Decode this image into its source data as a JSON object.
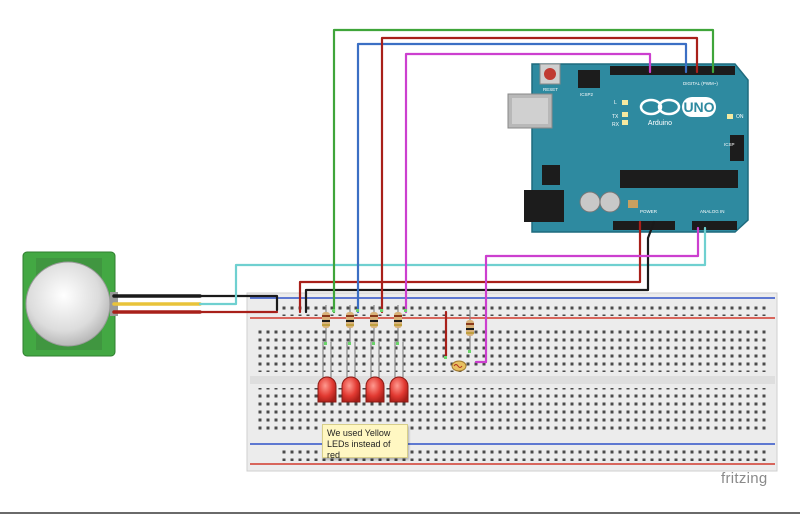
{
  "note": {
    "line1": "We used Yellow",
    "line2": "LEDs instead of red"
  },
  "brand": {
    "watermark": "fritzing"
  },
  "arduino": {
    "logo": "UNO",
    "brand": "Arduino",
    "reset_label": "RESET",
    "digital_label": "DIGITAL (PWM~)",
    "power_label": "POWER",
    "analog_label": "ANALOG IN",
    "icsp_label": "ICSP",
    "icsp2_label": "ICSP2",
    "tx_label": "TX",
    "rx_label": "RX",
    "l_label": "L",
    "on_label": "ON"
  },
  "colors": {
    "board": "#2e8aa0",
    "board_edge": "#1f6b7e",
    "wire_green": "#3fa53a",
    "wire_blue": "#3b6fc4",
    "wire_red": "#a8201a",
    "wire_magenta": "#cc3fcf",
    "wire_cyan": "#6fd0d0",
    "wire_black": "#1a1a1a",
    "wire_yellow": "#e8c33a",
    "led": "#e23a32",
    "breadboard": "#ececec",
    "rail_red": "#d23a2c",
    "rail_blue": "#2f52c8"
  }
}
